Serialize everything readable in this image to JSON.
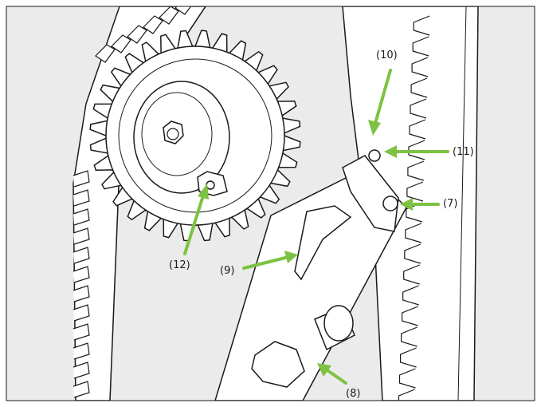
{
  "colors": {
    "background": "#ebebeb",
    "outline": "#1a1a1a",
    "part_fill": "#ffffff",
    "arrow": "#7dc242"
  },
  "callouts": {
    "c10": "(10)",
    "c11": "(11)",
    "c7": "(7)",
    "c12": "(12)",
    "c9": "(9)",
    "c8": "(8)"
  }
}
